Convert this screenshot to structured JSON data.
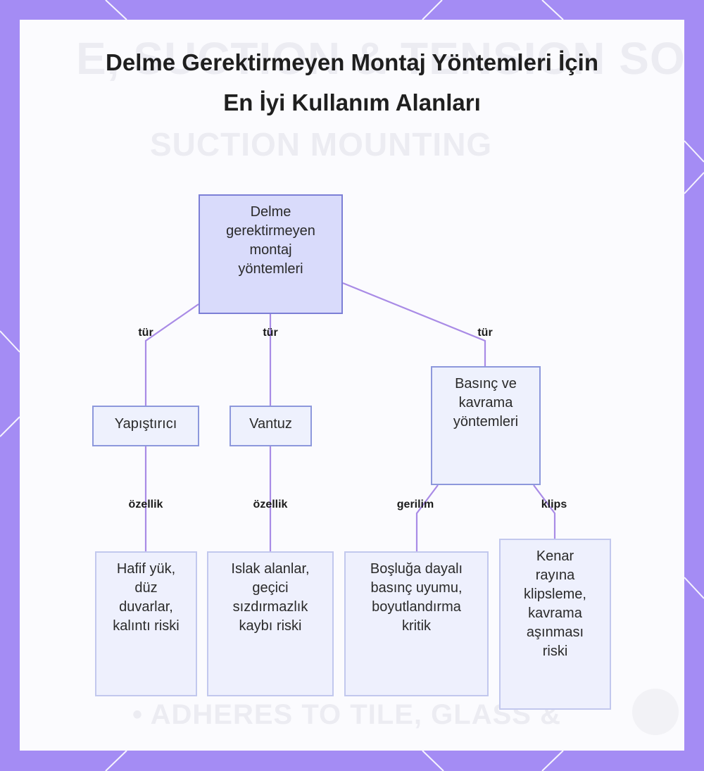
{
  "title": "Delme Gerektirmeyen Montaj Yöntemleri İçin En İyi Kullanım Alanları",
  "background_ghost_text": {
    "top": "E, SUCTION & TENSION SO",
    "second": "SUCTION MOUNTING",
    "bottom": "• ADHERES TO TILE, GLASS &"
  },
  "nodes": {
    "root": "Delme gerektirmeyen montaj yöntemleri",
    "adhesive": "Yapıştırıcı",
    "suction": "Vantuz",
    "pressure": "Basınç ve kavrama yöntemleri",
    "adhesive_detail": "Hafif yük, düz duvarlar, kalıntı riski",
    "suction_detail": "Islak alanlar, geçici sızdırmazlık kaybı riski",
    "tension_detail": "Boşluğa dayalı basınç uyumu, boyutlandırma kritik",
    "clip_detail": "Kenar rayına klipsleme, kavrama aşınması riski"
  },
  "edges": {
    "type_1": "tür",
    "type_2": "tür",
    "type_3": "tür",
    "feature_1": "özellik",
    "feature_2": "özellik",
    "tension": "gerilim",
    "clip": "klips"
  },
  "colors": {
    "frame": "#a48cf4",
    "card": "#fbfbfe",
    "edge": "#a98be6",
    "root_fill": "#d9dbfb",
    "root_border": "#7c7fd6",
    "node_fill": "#eef1fd",
    "node_border": "#8d98dc",
    "leaf_border": "#c2c8ee"
  }
}
